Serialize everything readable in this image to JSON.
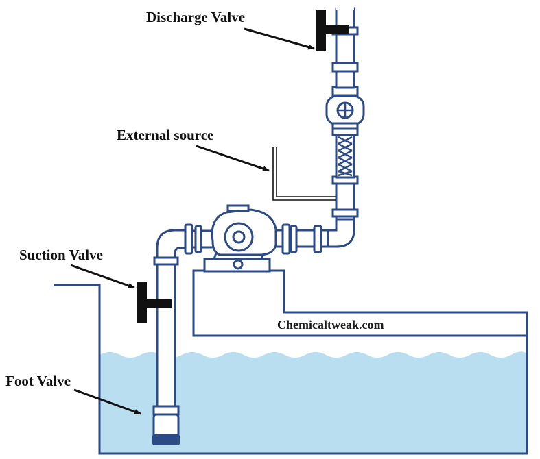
{
  "labels": {
    "discharge_valve": "Discharge Valve",
    "external_source": "External source",
    "suction_valve": "Suction Valve",
    "foot_valve": "Foot Valve"
  },
  "watermark": "Chemicaltweak.com",
  "colors": {
    "pipe_stroke": "#2b4a86",
    "pipe_fill": "#ffffff",
    "water": "#b8def0",
    "valve_handle": "#111111",
    "arrow": "#111111"
  }
}
